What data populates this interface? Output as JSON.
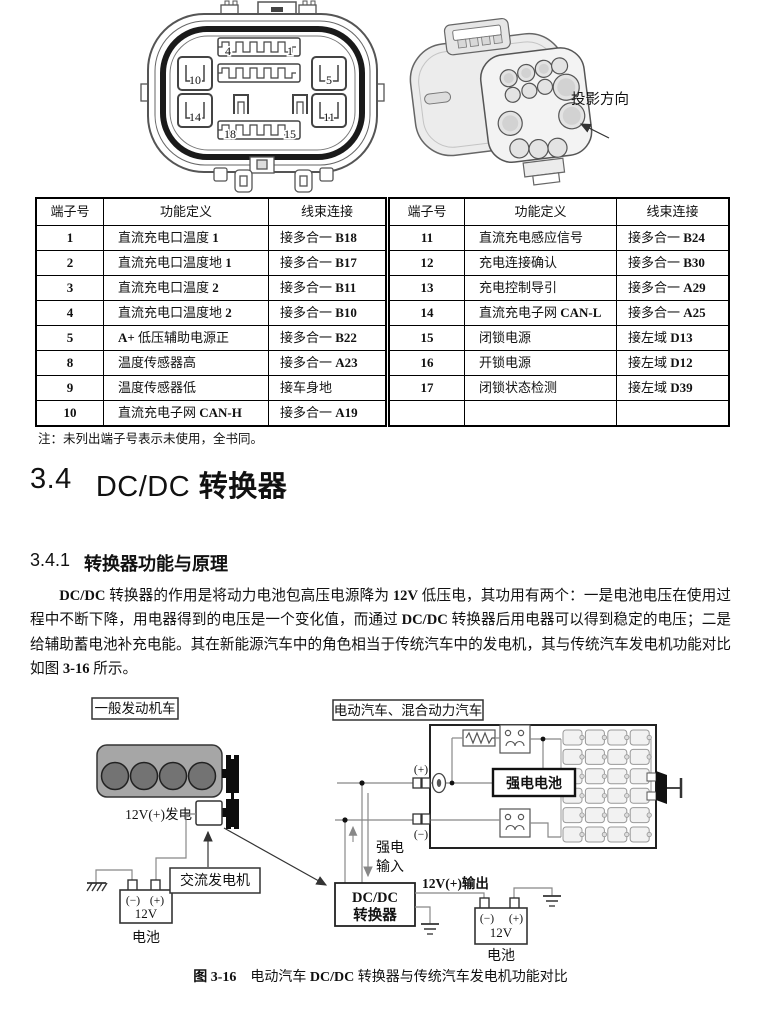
{
  "connector_figure": {
    "pins": [
      "4",
      "1",
      "10",
      "5",
      "14",
      "11",
      "18",
      "15"
    ],
    "projection_label": "投影方向"
  },
  "pinout_tables": {
    "left": {
      "headers": [
        "端子号",
        "功能定义",
        "线束连接"
      ],
      "rows": [
        [
          "1",
          "直流充电口温度 1",
          "接多合一 B18"
        ],
        [
          "2",
          "直流充电口温度地 1",
          "接多合一 B17"
        ],
        [
          "3",
          "直流充电口温度 2",
          "接多合一 B11"
        ],
        [
          "4",
          "直流充电口温度地 2",
          "接多合一 B10"
        ],
        [
          "5",
          "A+ 低压辅助电源正",
          "接多合一 B22"
        ],
        [
          "8",
          "温度传感器高",
          "接多合一 A23"
        ],
        [
          "9",
          "温度传感器低",
          "接车身地"
        ],
        [
          "10",
          "直流充电子网 CAN-H",
          "接多合一 A19"
        ]
      ]
    },
    "right": {
      "headers": [
        "端子号",
        "功能定义",
        "线束连接"
      ],
      "rows": [
        [
          "11",
          "直流充电感应信号",
          "接多合一 B24"
        ],
        [
          "12",
          "充电连接确认",
          "接多合一 B30"
        ],
        [
          "13",
          "充电控制导引",
          "接多合一 A29"
        ],
        [
          "14",
          "直流充电子网 CAN-L",
          "接多合一 A25"
        ],
        [
          "15",
          "闭锁电源",
          "接左域 D13"
        ],
        [
          "16",
          "开锁电源",
          "接左域 D12"
        ],
        [
          "17",
          "闭锁状态检测",
          "接左域 D39"
        ],
        [
          "",
          "",
          ""
        ]
      ]
    },
    "note": "注：未列出端子号表示未使用，全书同。"
  },
  "section": {
    "number": "3.4",
    "title_parts": [
      {
        "t": "DC/DC ",
        "b": false
      },
      {
        "t": "转换器",
        "b": true
      }
    ]
  },
  "subsection": {
    "number": "3.4.1",
    "title_parts": [
      {
        "t": "转换器功能与原理",
        "b": true
      }
    ]
  },
  "paragraph": [
    {
      "t": "DC/DC",
      "b": true
    },
    {
      "t": " 转换器的作用是将动力电池包高压电源降为 ",
      "b": false
    },
    {
      "t": "12V",
      "b": true
    },
    {
      "t": " 低压电，其功用有两个：一是电池电压在使用过程中不断下降，用电器得到的电压是一个变化值，而通过 ",
      "b": false
    },
    {
      "t": "DC/DC",
      "b": true
    },
    {
      "t": " 转换器后用电器可以得到稳定的电压；二是给辅助蓄电池补充电能。其在新能源汽车中的角色相当于传统汽车中的发电机，其与传统汽车发电机功能对比如图 ",
      "b": false
    },
    {
      "t": "3-16",
      "b": true
    },
    {
      "t": " 所示。",
      "b": false
    }
  ],
  "figure_3_16": {
    "labels": {
      "left_vehicle": "一般发动机车",
      "right_vehicle": "电动汽车、混合动力汽车",
      "gen": "12V(+)发电",
      "alternator": "交流发电机",
      "hv_battery": "强电电池",
      "hv_in_line1": "强电",
      "hv_in_line2": "输入",
      "plus": "(+)",
      "minus": "(−)",
      "bat1_neg": "(−)",
      "bat1_pos": "(+)",
      "bat1_v": "12V",
      "bat1_name": "电池",
      "dcdc_line1": "DC/DC",
      "dcdc_line2": "转换器",
      "out": "12V(+)输出",
      "bat2_neg": "(−)",
      "bat2_pos": "(+)",
      "bat2_v": "12V",
      "bat2_name": "电池"
    },
    "caption": [
      {
        "t": "图 3-16",
        "b": true
      },
      {
        "t": "　电动汽车 ",
        "b": false
      },
      {
        "t": "DC/DC",
        "b": true
      },
      {
        "t": " 转换器与传统汽车发电机功能对比",
        "b": false
      }
    ]
  }
}
